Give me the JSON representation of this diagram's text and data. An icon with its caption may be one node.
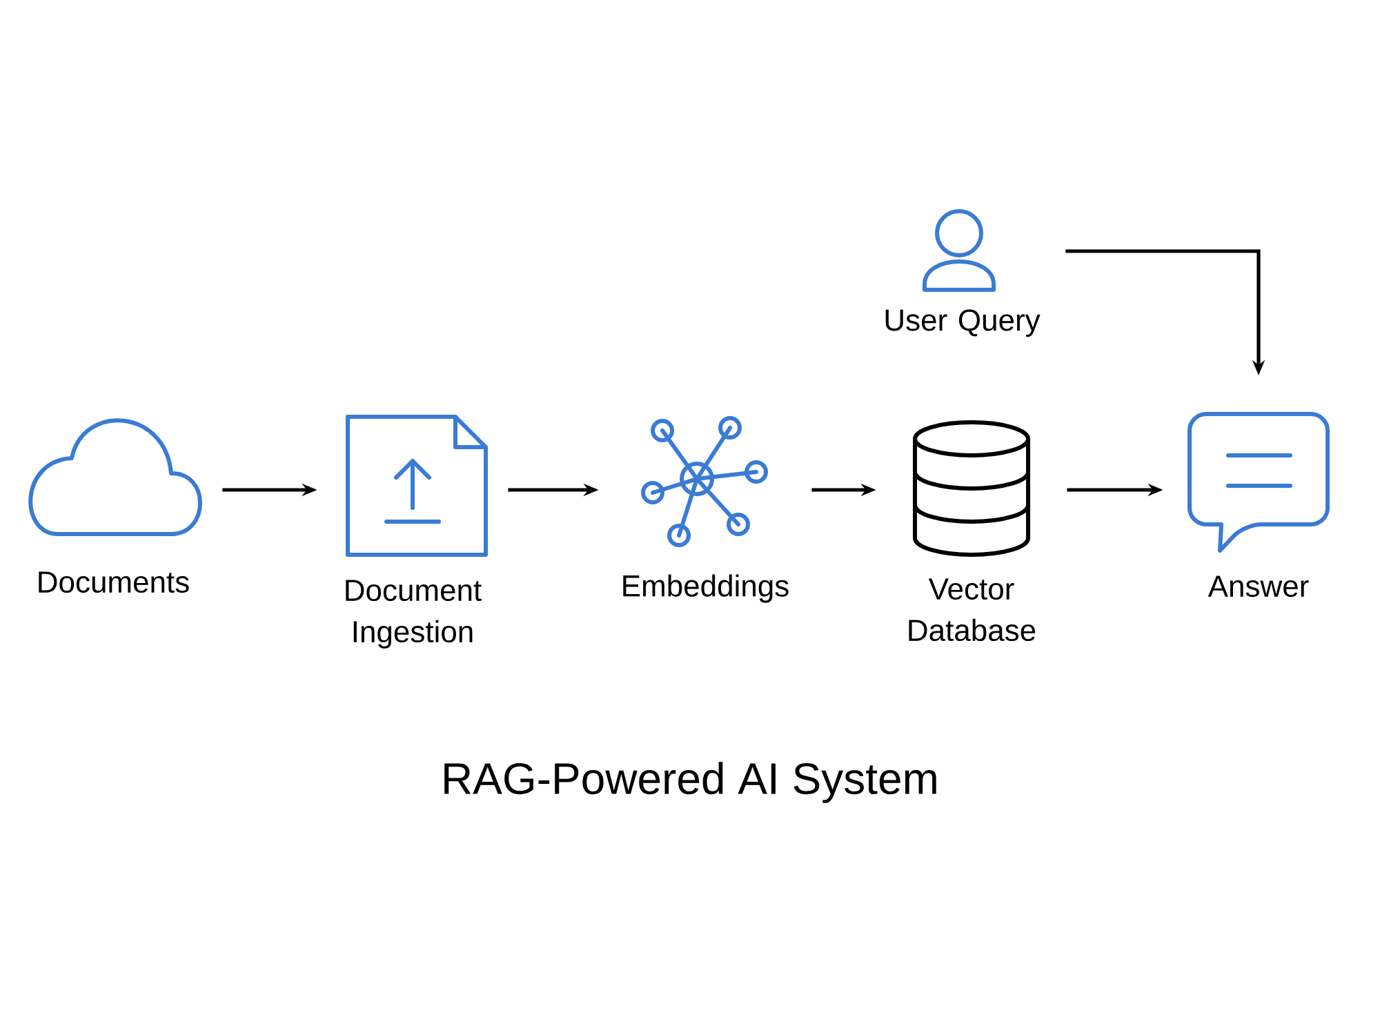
{
  "diagram": {
    "title": "RAG-Powered AI System",
    "nodes": [
      {
        "text": [
          "Documents"
        ]
      },
      {
        "text": [
          "Document Ingestion"
        ]
      },
      {
        "text": [
          "Embeddings"
        ]
      },
      {
        "text": [
          "Vector Database"
        ]
      },
      {
        "text": [
          "User Query"
        ]
      },
      {
        "text": [
          "Answer"
        ]
      }
    ],
    "edges": [
      {
        "from": 0,
        "to": 1,
        "arrow": "to"
      },
      {
        "from": 1,
        "to": 2,
        "arrow": "to"
      },
      {
        "from": 2,
        "to": 3,
        "arrow": "to"
      },
      {
        "from": 3,
        "to": 5,
        "arrow": "to"
      },
      {
        "from": 4,
        "to": 5,
        "arrow": "to"
      }
    ]
  }
}
